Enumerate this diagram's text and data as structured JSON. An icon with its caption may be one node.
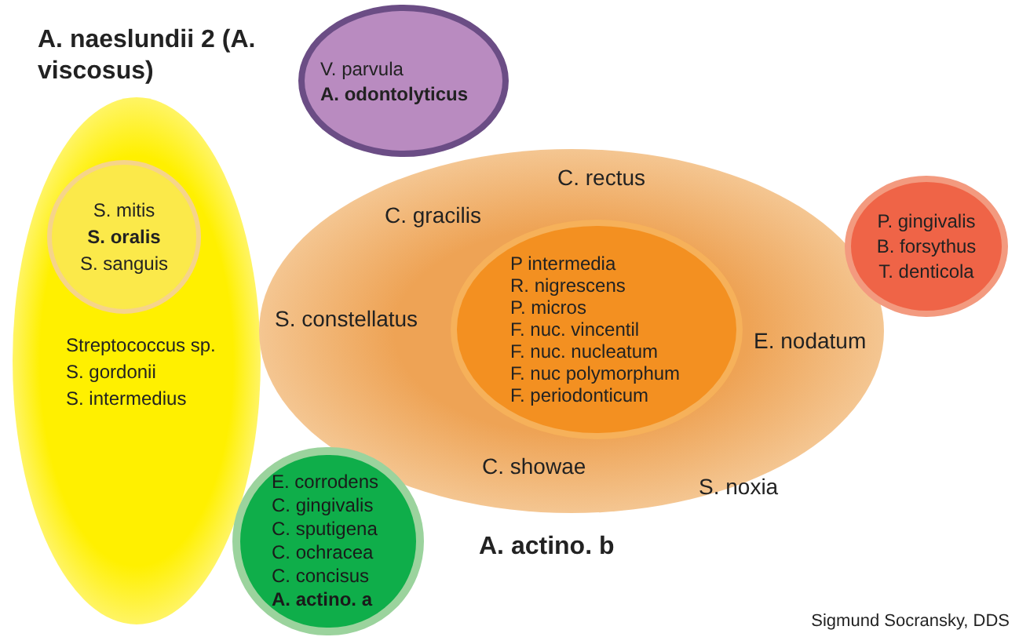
{
  "diagram": {
    "nodes": [
      {
        "text": [
          "Streptococcus sp.",
          "S. gordonii",
          "S. intermedius"
        ]
      },
      {
        "text": [
          "S. mitis",
          "**S. oralis**",
          "S. sanguis"
        ],
        "in": 0
      },
      {
        "text": [
          "V. parvula",
          "**A. odontolyticus**"
        ]
      },
      {
        "text": [
          "C. rectus",
          "C. gracilis",
          "S. constellatus",
          "E. nodatum",
          "C. showae"
        ]
      },
      {
        "text": [
          "P intermedia",
          "R. nigrescens",
          "P. micros",
          "F. nuc. vincentil",
          "F. nuc. nucleatum",
          "F. nuc polymorphum",
          "F. periodonticum"
        ],
        "in": 3
      },
      {
        "text": [
          "P. gingivalis",
          "B. forsythus",
          "T. denticola"
        ]
      },
      {
        "text": [
          "E. corrodens",
          "C. gingivalis",
          "C. sputigena",
          "C. ochracea",
          "C. concisus",
          "**A. actino. a**"
        ]
      }
    ],
    "labels": [
      "A. naeslundii 2 (A. viscosus)",
      "S. noxia",
      "A. actino. b",
      "Sigmund Socransky, DDS"
    ]
  }
}
